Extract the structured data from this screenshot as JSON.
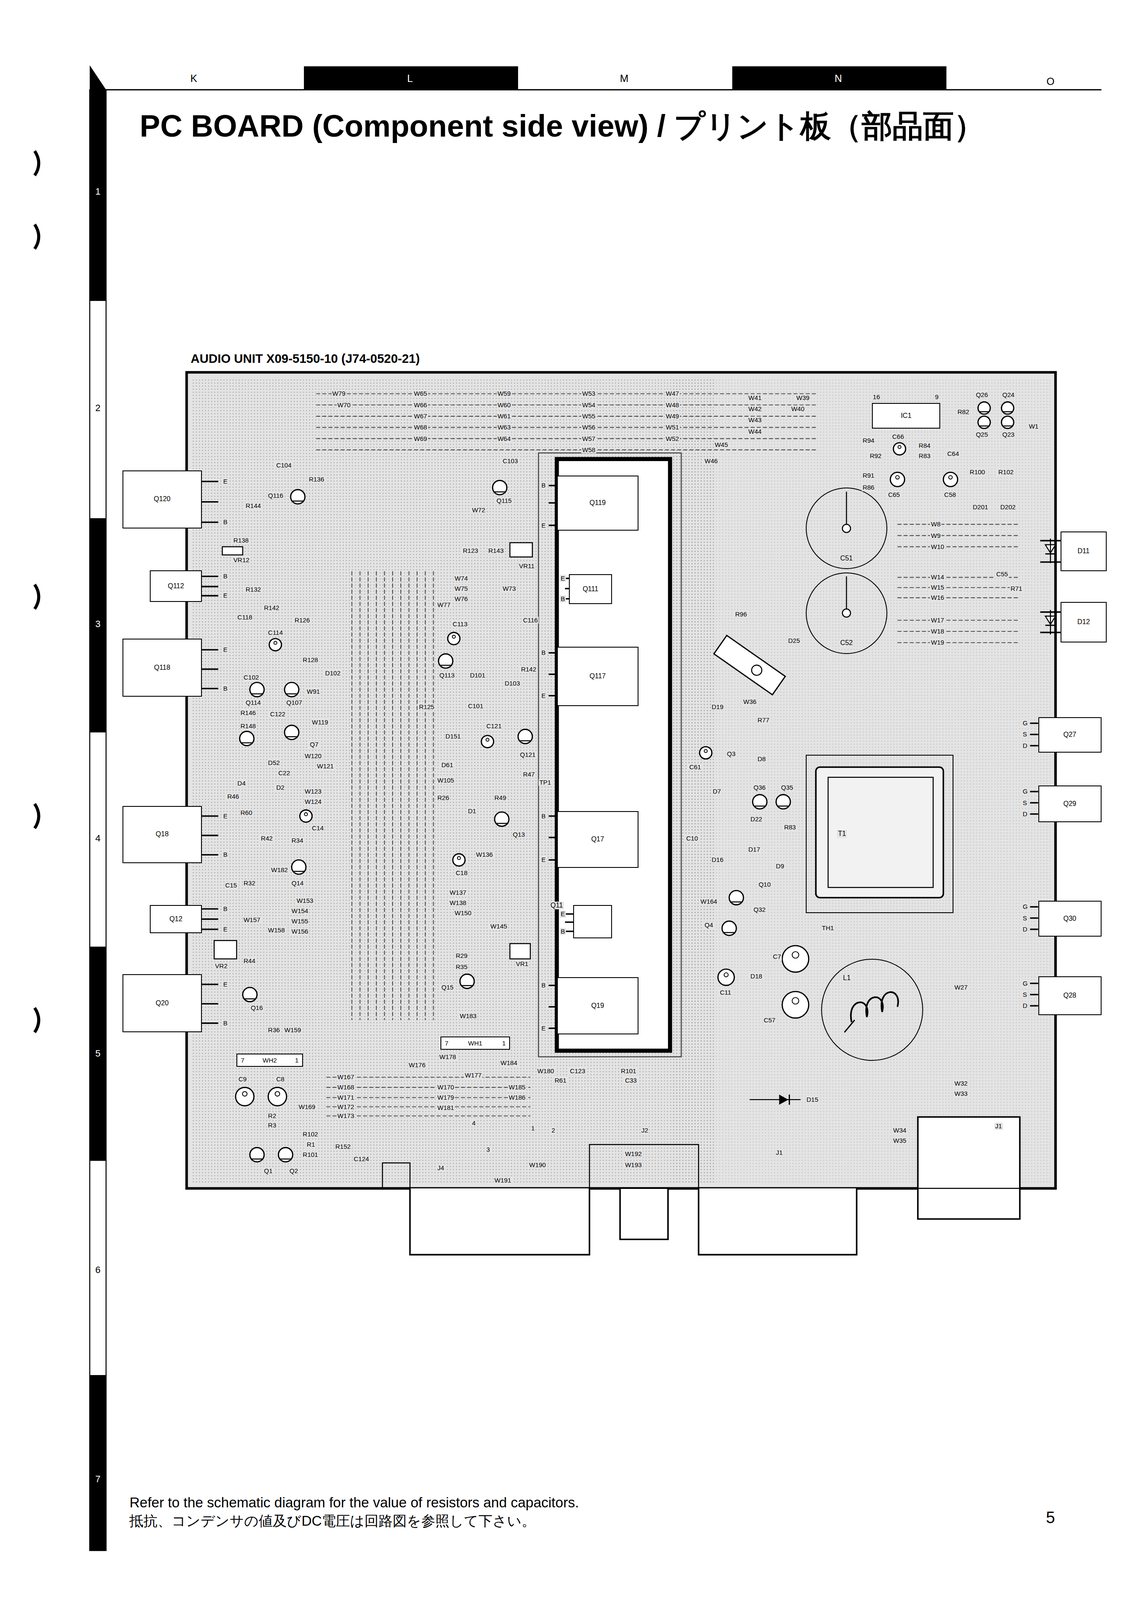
{
  "diagram": {
    "title": "PC BOARD (Component side view) / プリント板（部品面）",
    "nodes": [
      {
        "text": [
          "Q120"
        ]
      },
      {
        "text": [
          "Q112"
        ]
      },
      {
        "text": [
          "Q118"
        ]
      },
      {
        "text": [
          "Q18"
        ]
      },
      {
        "text": [
          "Q12"
        ]
      },
      {
        "text": [
          "Q20"
        ]
      },
      {
        "text": [
          "Q119"
        ]
      },
      {
        "text": [
          "Q111"
        ]
      },
      {
        "text": [
          "Q117"
        ]
      },
      {
        "text": [
          "Q17"
        ]
      },
      {
        "text": [
          "Q11"
        ]
      },
      {
        "text": [
          "Q19"
        ]
      },
      {
        "text": [
          "IC1"
        ]
      },
      {
        "text": [
          "C51"
        ]
      },
      {
        "text": [
          "C52"
        ]
      },
      {
        "text": [
          "T1"
        ]
      },
      {
        "text": [
          "L1"
        ]
      },
      {
        "text": [
          "7",
          "WH1",
          "1"
        ]
      },
      {
        "text": [
          "7",
          "WH2",
          "1"
        ]
      },
      {
        "text": [
          "D11"
        ]
      },
      {
        "text": [
          "D12"
        ]
      },
      {
        "text": [
          "Q27"
        ]
      },
      {
        "text": [
          "Q29"
        ]
      },
      {
        "text": [
          "Q30"
        ]
      },
      {
        "text": [
          "Q28"
        ]
      }
    ],
    "labels": [
      "K",
      "L",
      "M",
      "N",
      "O",
      "1",
      "2",
      "3",
      "4",
      "5",
      "6",
      "7",
      "AUDIO UNIT X09-5150-10 (J74-0520-21)",
      "Refer to the schematic diagram for the value of resistors and capacitors.",
      "抵抗、コンデンサの値及びDC電圧は回路図を参照して下さい。",
      "5",
      "E",
      "B",
      "B",
      "E",
      "E",
      "B",
      "E",
      "B",
      "B",
      "E",
      "E",
      "B",
      "B",
      "E",
      "E",
      "B",
      "B",
      "E",
      "B",
      "E",
      "E",
      "B",
      "B",
      "E",
      "G",
      "S",
      "D",
      "G",
      "S",
      "D",
      "G",
      "S",
      "D",
      "G",
      "S",
      "D",
      "W79",
      "W70",
      "W65",
      "W66",
      "W67",
      "W68",
      "W69",
      "W59",
      "W60",
      "W61",
      "W63",
      "W64",
      "W53",
      "W54",
      "W55",
      "W56",
      "W57",
      "W58",
      "W47",
      "W48",
      "W49",
      "W51",
      "W52",
      "W41",
      "W42",
      "W43",
      "W44",
      "W39",
      "W40",
      "W45",
      "W46",
      "16",
      "9",
      "R82",
      "Q26",
      "Q24",
      "Q25",
      "Q23",
      "W1",
      "C66",
      "R84",
      "R83",
      "C64",
      "R94",
      "R92",
      "R91",
      "R86",
      "C65",
      "C58",
      "R100",
      "R102",
      "D201",
      "D202",
      "W8",
      "W9",
      "W10",
      "W14",
      "W15",
      "W16",
      "W17",
      "W18",
      "W19",
      "C55",
      "R71",
      "D25",
      "R96",
      "D19",
      "W36",
      "R77",
      "Q3",
      "D8",
      "C61",
      "D7",
      "Q36",
      "Q35",
      "D22",
      "C10",
      "R83",
      "D16",
      "D17",
      "D9",
      "Q10",
      "W164",
      "Q32",
      "Q4",
      "D18",
      "C11",
      "C7",
      "C57",
      "TH1",
      "D15",
      "W27",
      "W32",
      "W33",
      "W34",
      "W35",
      "J1",
      "J2",
      "J1",
      "J4",
      "C104",
      "Q116",
      "R136",
      "R144",
      "R138",
      "VR12",
      "R132",
      "C118",
      "R142",
      "R126",
      "C114",
      "R128",
      "D102",
      "C102",
      "Q114",
      "Q107",
      "W91",
      "R146",
      "C122",
      "W119",
      "R148",
      "Q7",
      "W120",
      "W121",
      "D52",
      "C22",
      "D4",
      "D2",
      "R46",
      "R60",
      "W123",
      "W124",
      "C14",
      "R42",
      "R34",
      "W182",
      "Q14",
      "C15",
      "R32",
      "W153",
      "W154",
      "W155",
      "W156",
      "W157",
      "W158",
      "VR2",
      "R44",
      "Q16",
      "R36",
      "W159",
      "C9",
      "C8",
      "W169",
      "R2",
      "R3",
      "R102",
      "R1",
      "R101",
      "Q1",
      "Q2",
      "C103",
      "Q115",
      "W72",
      "R123",
      "R143",
      "VR11",
      "W74",
      "W75",
      "W76",
      "W73",
      "W77",
      "C113",
      "C116",
      "Q113",
      "D101",
      "R125",
      "C101",
      "D103",
      "R142",
      "D151",
      "D61",
      "C121",
      "Q121",
      "TP1",
      "R47",
      "W105",
      "R26",
      "R49",
      "D1",
      "Q13",
      "C18",
      "W136",
      "W137",
      "W138",
      "W150",
      "W145",
      "VR1",
      "R29",
      "R35",
      "Q15",
      "W183",
      "W178",
      "W176",
      "W177",
      "W184",
      "W180",
      "C123",
      "R101",
      "R61",
      "C33",
      "W170",
      "W185",
      "W179",
      "W186",
      "W181",
      "W167",
      "W168",
      "W171",
      "W172",
      "W173",
      "R152",
      "C124",
      "W190",
      "W191",
      "W192",
      "W193",
      "4",
      "3",
      "2",
      "1"
    ]
  }
}
